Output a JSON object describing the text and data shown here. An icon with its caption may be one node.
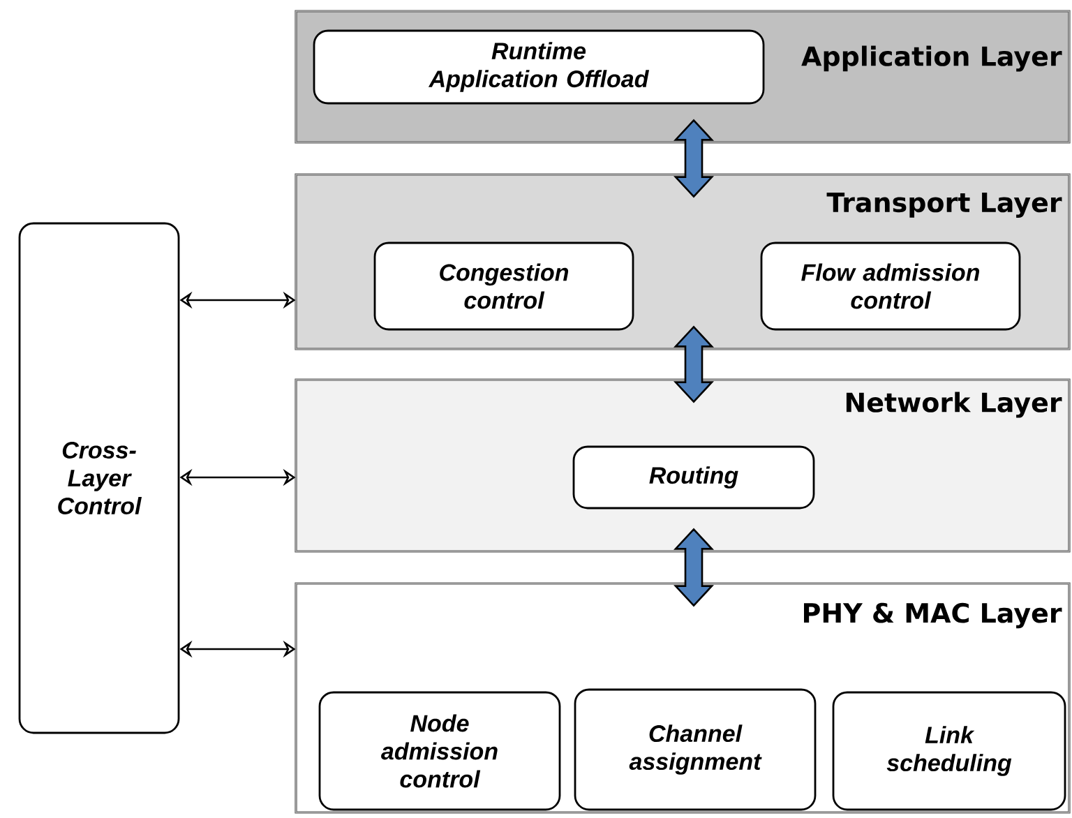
{
  "diagram": {
    "nodes": [
      {
        "text": [
          "Application Layer"
        ]
      },
      {
        "text": [
          "Runtime Application Offload"
        ],
        "in": 0
      },
      {
        "text": [
          "Transport Layer"
        ]
      },
      {
        "text": [
          "Congestion control"
        ],
        "in": 2
      },
      {
        "text": [
          "Flow admission control"
        ],
        "in": 2
      },
      {
        "text": [
          "Network Layer"
        ]
      },
      {
        "text": [
          "Routing"
        ],
        "in": 5
      },
      {
        "text": [
          "PHY & MAC Layer"
        ]
      },
      {
        "text": [
          "Node admission control"
        ],
        "in": 7
      },
      {
        "text": [
          "Channel assignment"
        ],
        "in": 7
      },
      {
        "text": [
          "Link scheduling"
        ],
        "in": 7
      },
      {
        "text": [
          "Cross-Layer Control"
        ]
      }
    ],
    "edges": [
      {
        "from": 0,
        "to": 2,
        "arrow": "both",
        "style": "thick",
        "color": "#4f81bd"
      },
      {
        "from": 2,
        "to": 5,
        "arrow": "both",
        "style": "thick",
        "color": "#4f81bd"
      },
      {
        "from": 5,
        "to": 7,
        "arrow": "both",
        "style": "thick",
        "color": "#4f81bd"
      },
      {
        "from": 11,
        "to": 2,
        "arrow": "both"
      },
      {
        "from": 11,
        "to": 5,
        "arrow": "both"
      },
      {
        "from": 11,
        "to": 7,
        "arrow": "both"
      }
    ]
  }
}
